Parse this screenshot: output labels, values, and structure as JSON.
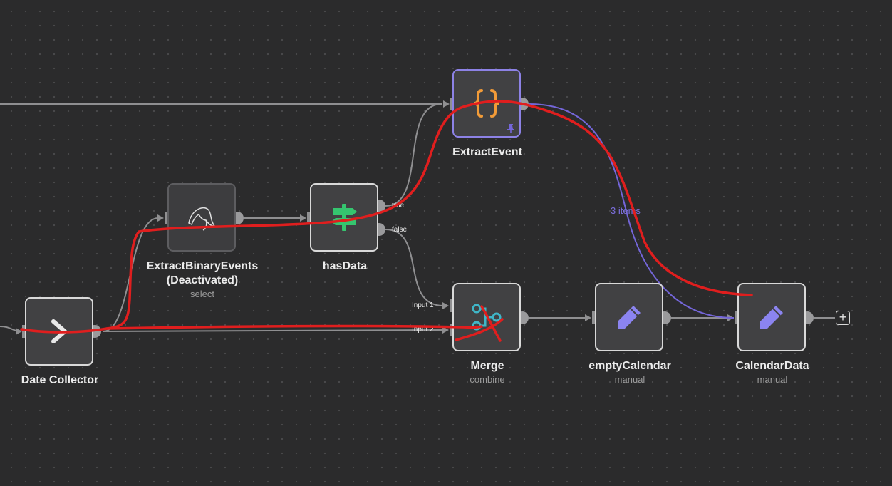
{
  "canvas": {
    "nodes": [
      {
        "id": "date-collector",
        "label": "Date Collector",
        "subtitle": "",
        "icon": "chevron-right-icon"
      },
      {
        "id": "extract-binary-events",
        "label": "ExtractBinaryEvents\n(Deactivated)",
        "subtitle": "select",
        "icon": "mysql-dolphin-icon"
      },
      {
        "id": "has-data",
        "label": "hasData",
        "subtitle": "",
        "icon": "signpost-icon"
      },
      {
        "id": "extract-event",
        "label": "ExtractEvent",
        "subtitle": "",
        "icon": "braces-icon"
      },
      {
        "id": "merge",
        "label": "Merge",
        "subtitle": "combine",
        "icon": "merge-icon"
      },
      {
        "id": "empty-calendar",
        "label": "emptyCalendar",
        "subtitle": "manual",
        "icon": "pencil-icon"
      },
      {
        "id": "calendar-data",
        "label": "CalendarData",
        "subtitle": "manual",
        "icon": "pencil-icon"
      }
    ],
    "ports": {
      "true_label": "true",
      "false_label": "false",
      "input1_label": "Input 1",
      "input2_label": "Input 2"
    },
    "items_label": "3 items",
    "add_button": "+"
  },
  "colors": {
    "canvas_bg": "#2b2b2c",
    "node_bg": "#414143",
    "node_border": "#d9d9d9",
    "selected_border": "#8d82e6",
    "wire": "#8f8f91",
    "pinned_wire": "#7466d9",
    "annotation": "#e01e1e",
    "braces": "#f29b38",
    "signpost": "#35c56f",
    "merge": "#3fb6c8",
    "pencil": "#8b84f0"
  }
}
